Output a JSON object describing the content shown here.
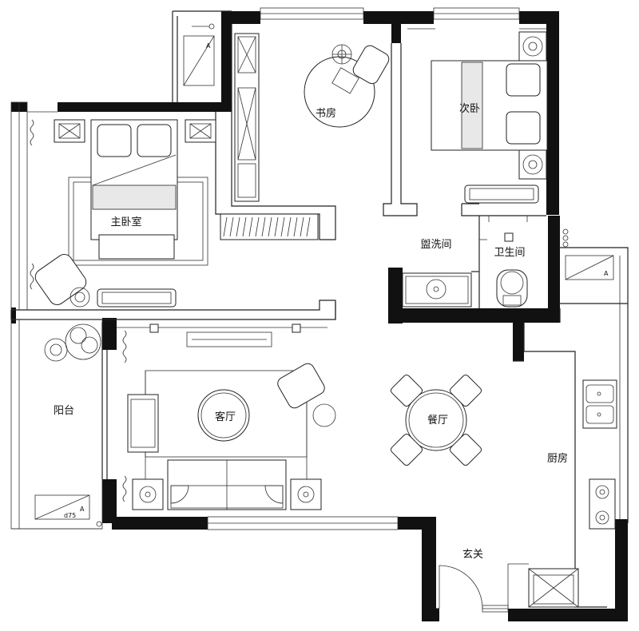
{
  "rooms": {
    "master_bedroom": "主卧室",
    "study": "书房",
    "second_bedroom": "次卧",
    "washroom": "盥洗间",
    "bathroom": "卫生间",
    "balcony": "阳台",
    "living_room": "客厅",
    "dining_room": "餐厅",
    "kitchen": "厨房",
    "entrance": "玄关"
  },
  "marks": {
    "ac_letter": "A",
    "drain_label": "d75"
  }
}
